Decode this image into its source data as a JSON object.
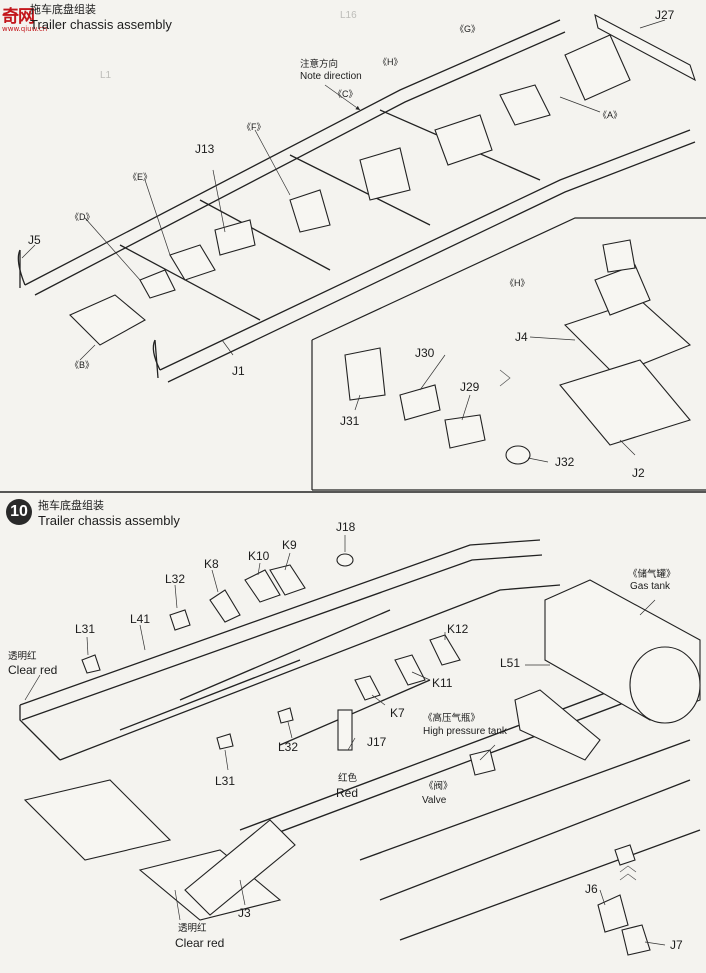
{
  "watermark": {
    "logo_text": "奇网",
    "logo_sub": "www.qiuw.cn"
  },
  "step9": {
    "title_cn": "拖车底盘组装",
    "title_en": "Trailer chassis assembly",
    "note_cn": "注意方向",
    "note_en": "Note direction",
    "parts": {
      "J27": "J27",
      "G": "《G》",
      "H": "《H》",
      "C": "《C》",
      "A": "《A》",
      "F": "《F》",
      "J13": "J13",
      "E": "《E》",
      "D": "《D》",
      "J5": "J5",
      "B": "《B》",
      "J1": "J1"
    },
    "inset": {
      "H": "《H》",
      "J4": "J4",
      "J30": "J30",
      "J29": "J29",
      "J31": "J31",
      "J32": "J32",
      "J2": "J2"
    }
  },
  "step10": {
    "number": "10",
    "title_cn": "拖车底盘组装",
    "title_en": "Trailer chassis assembly",
    "parts": {
      "J18": "J18",
      "K9": "K9",
      "K10": "K10",
      "K8": "K8",
      "L32a": "L32",
      "L41": "L41",
      "L31a": "L31",
      "K12": "K12",
      "K11": "K11",
      "K7": "K7",
      "L32b": "L32",
      "J17": "J17",
      "L31b": "L31",
      "J3": "J3",
      "L51": "L51",
      "J6": "J6",
      "J7": "J7"
    },
    "clear_red_left_cn": "透明红",
    "clear_red_left_en": "Clear red",
    "red_cn": "红色",
    "red_en": "Red",
    "clear_red_bottom_cn": "透明红",
    "clear_red_bottom_en": "Clear red",
    "gas_tank_cn": "《储气罐》",
    "gas_tank_en": "Gas tank",
    "hp_tank_cn": "《高压气瓶》",
    "hp_tank_en": "High pressure tank",
    "valve_cn": "《阀》",
    "valve_en": "Valve"
  }
}
